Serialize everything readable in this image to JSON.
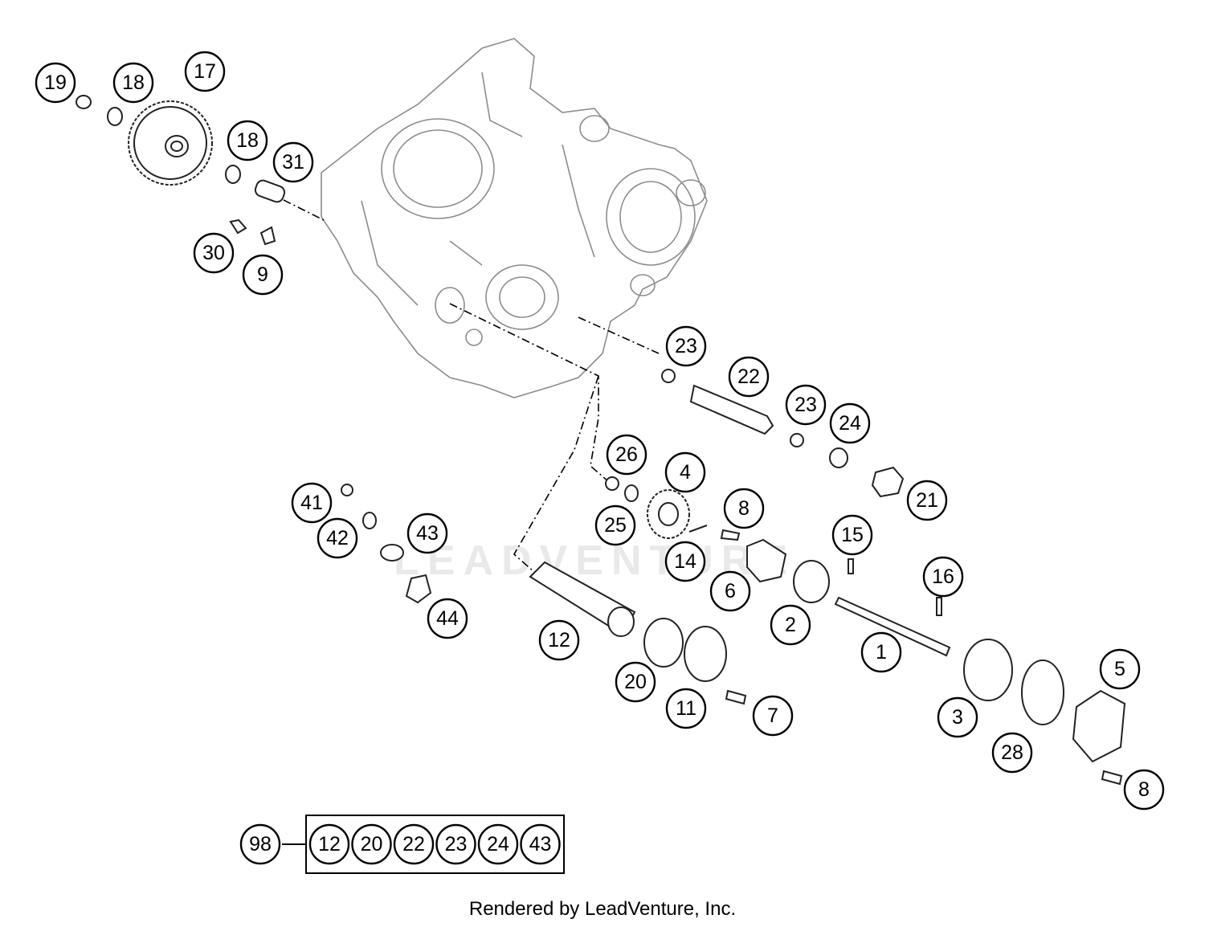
{
  "watermark": "LEADVENTURE",
  "footer": "Rendered by LeadVenture, Inc.",
  "kit": {
    "label": "98",
    "items": [
      "12",
      "20",
      "22",
      "23",
      "24",
      "43"
    ]
  },
  "callouts": [
    {
      "label": "19"
    },
    {
      "label": "18"
    },
    {
      "label": "17"
    },
    {
      "label": "18"
    },
    {
      "label": "31"
    },
    {
      "label": "30"
    },
    {
      "label": "9"
    },
    {
      "label": "23"
    },
    {
      "label": "22"
    },
    {
      "label": "23"
    },
    {
      "label": "24"
    },
    {
      "label": "21"
    },
    {
      "label": "26"
    },
    {
      "label": "4"
    },
    {
      "label": "25"
    },
    {
      "label": "8"
    },
    {
      "label": "14"
    },
    {
      "label": "15"
    },
    {
      "label": "6"
    },
    {
      "label": "41"
    },
    {
      "label": "42"
    },
    {
      "label": "43"
    },
    {
      "label": "44"
    },
    {
      "label": "12"
    },
    {
      "label": "2"
    },
    {
      "label": "16"
    },
    {
      "label": "1"
    },
    {
      "label": "20"
    },
    {
      "label": "11"
    },
    {
      "label": "7"
    },
    {
      "label": "5"
    },
    {
      "label": "3"
    },
    {
      "label": "28"
    },
    {
      "label": "8"
    }
  ]
}
